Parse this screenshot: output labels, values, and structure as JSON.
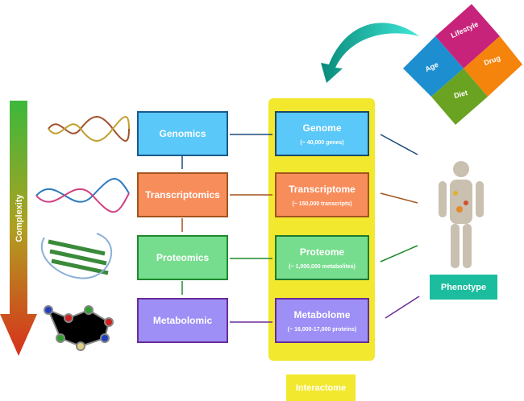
{
  "complexity_label": "Complexity",
  "omics": [
    {
      "label": "Genomics",
      "color": "#5ac8f8",
      "border": "#1a5a8a"
    },
    {
      "label": "Transcriptomics",
      "color": "#f88d5c",
      "border": "#a0541e"
    },
    {
      "label": "Proteomics",
      "color": "#77dd8e",
      "border": "#1f8a2e"
    },
    {
      "label": "Metabolomic",
      "color": "#9d8ff5",
      "border": "#6a2c99"
    }
  ],
  "omes": [
    {
      "label": "Genome",
      "sub": "(~ 40,000 genes)",
      "color": "#5ac8f8",
      "border": "#1a4a6a"
    },
    {
      "label": "Transcriptome",
      "sub": "(~ 150,000 transcripts)",
      "color": "#f88d5c",
      "border": "#a0541e"
    },
    {
      "label": "Proteome",
      "sub": "(~ 1,000,000 metabolites)",
      "color": "#77dd8e",
      "border": "#1f7a2e"
    },
    {
      "label": "Metabolome",
      "sub": "(~ 16,000-17,000 proteins)",
      "color": "#9d8ff5",
      "border": "#6a2c99"
    }
  ],
  "interactome_label": "Interactome",
  "phenotype_label": "Phenotype",
  "puzzle": {
    "lifestyle": "Lifestyle",
    "age": "Age",
    "drug": "Drug",
    "diet": "Diet"
  },
  "colors": {
    "yellow": "#f2e82e",
    "teal": "#1bbd9e"
  }
}
